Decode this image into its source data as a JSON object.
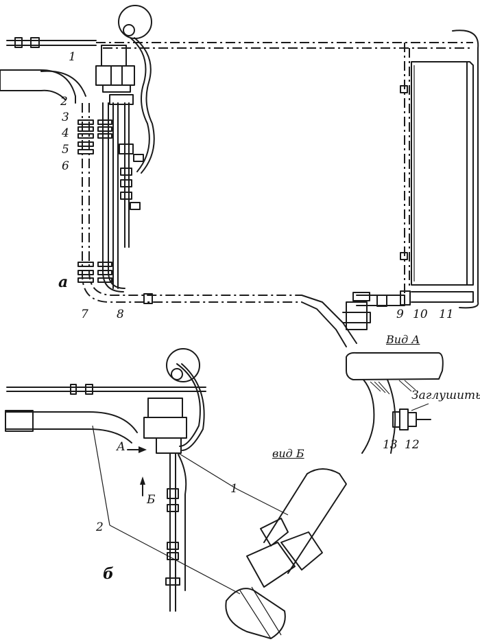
{
  "labels": {
    "fig_a": "а",
    "fig_b": "б",
    "n1": "1",
    "n2": "2",
    "n3": "3",
    "n4": "4",
    "n5": "5",
    "n6": "6",
    "n7": "7",
    "n8": "8",
    "n9": "9",
    "n10": "10",
    "n11": "11",
    "n12": "12",
    "n13": "13",
    "n1b": "1",
    "n2b": "2",
    "view_a": "Вид А",
    "view_b": "вид Б",
    "plug": "Заглушить",
    "arrow_a": "А",
    "arrow_b": "Б"
  }
}
